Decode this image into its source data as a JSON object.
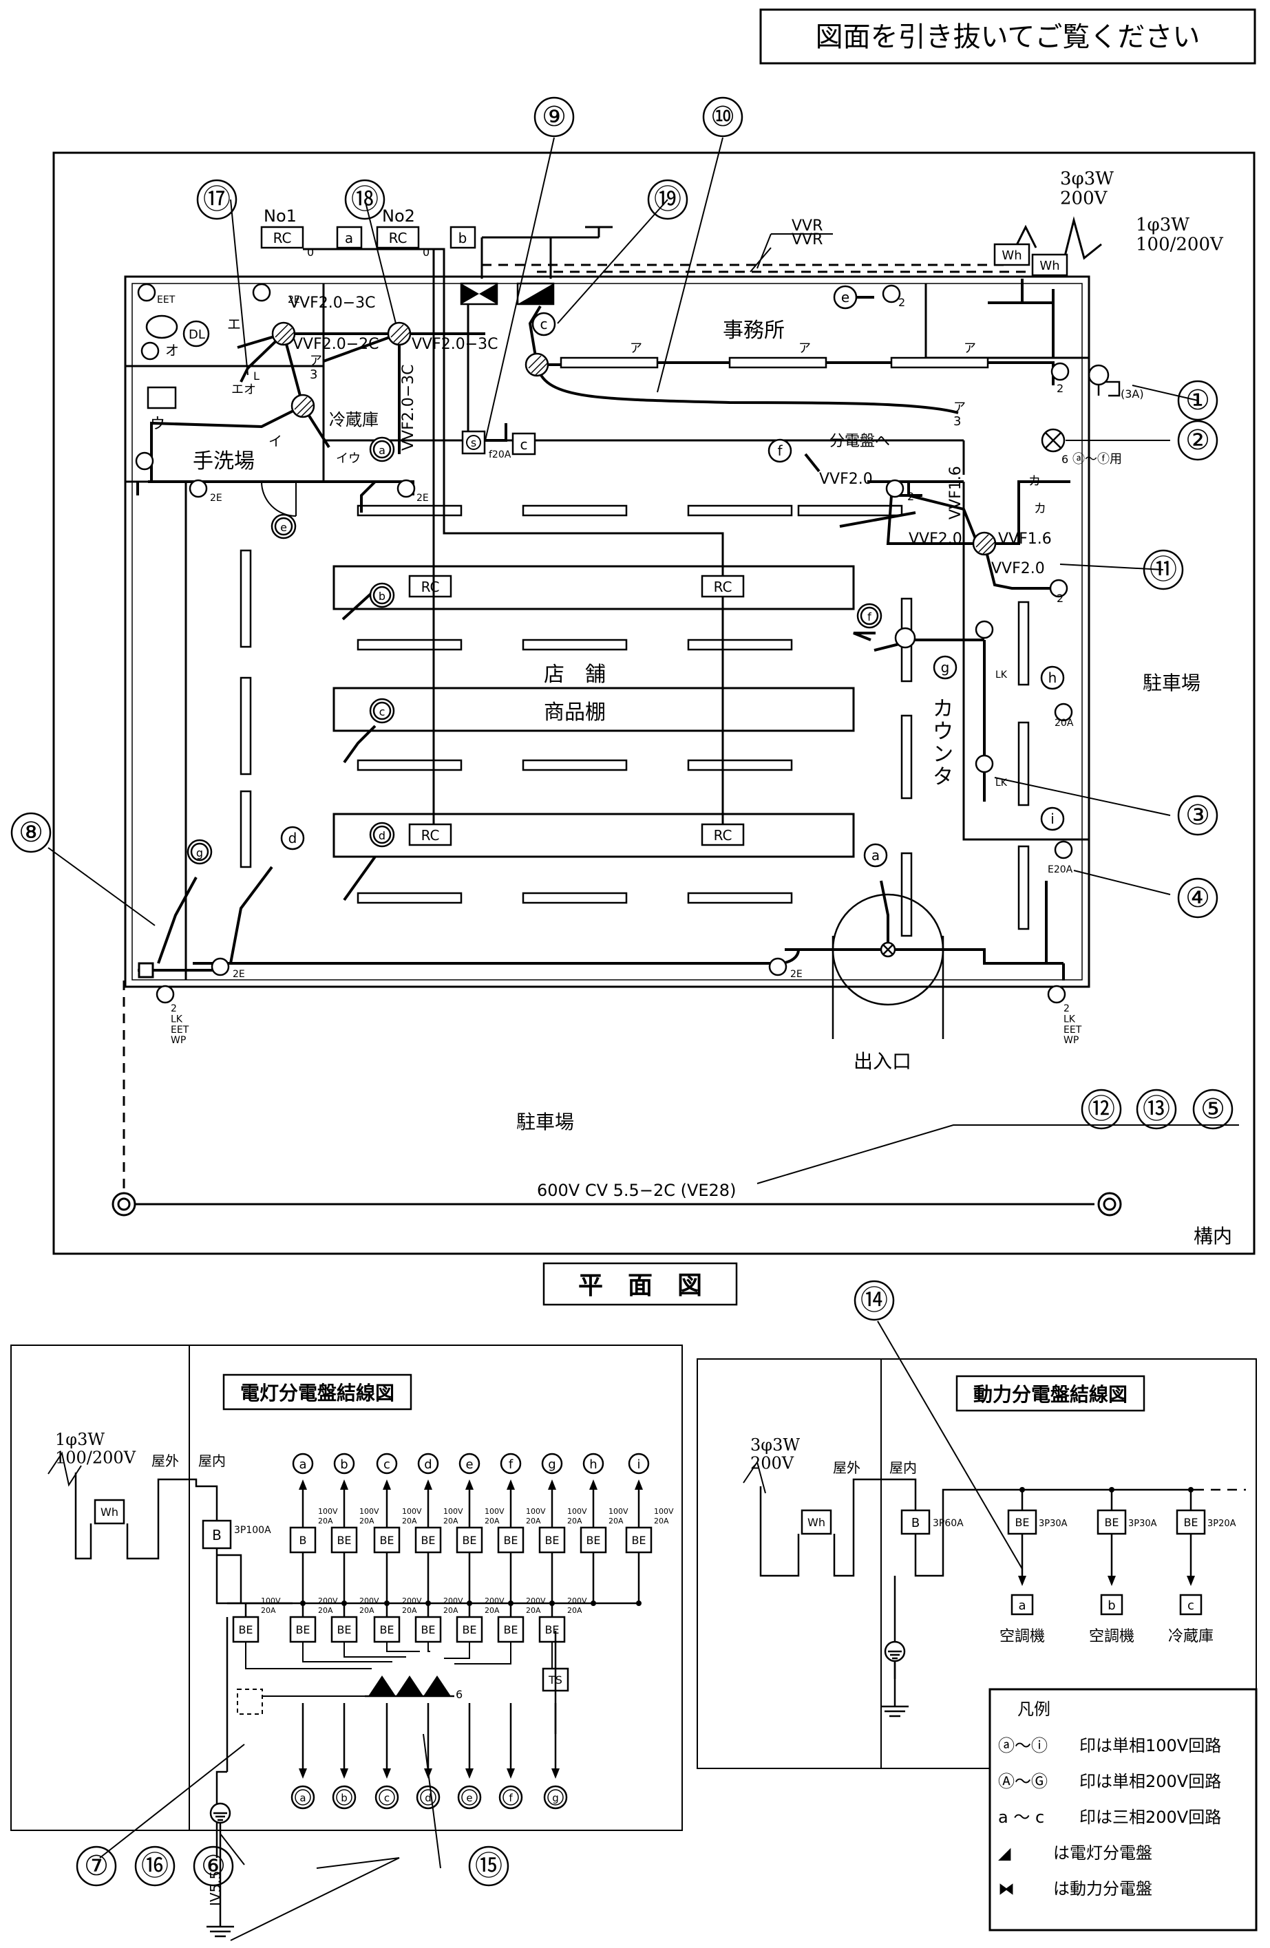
{
  "header_note": "図面を引き抜いてご覧ください",
  "plan": {
    "title": "平　面　図",
    "rooms": {
      "office": "事務所",
      "store": "店　舗",
      "shelf": "商品棚",
      "washroom": "手洗場",
      "fridge_room": "冷蔵庫",
      "counter": "カ\nウ\nン\nタ",
      "parking_right": "駐車場",
      "parking_bottom": "駐車場",
      "entrance": "出入口",
      "premises": "構内"
    },
    "supply_3ph": "3φ3W\n200V",
    "supply_1ph": "1φ3W\n100/200V",
    "cable_vvr1": "VVR",
    "cable_vvr2": "VVR",
    "rc_no1": "No1",
    "rc_no2": "No2",
    "rc_label": "RC",
    "rc_sub": "0",
    "rc_sub_l": "l",
    "wh": "Wh",
    "cables": {
      "vvf_20_3c_a": "VVF2.0−3C",
      "vvf_20_2c": "VVF2.0−2C",
      "vvf_20_3c_b": "VVF2.0−3C",
      "vvf_20_3c_v": "VVF2.0−3C",
      "vvf_20_a": "VVF2.0",
      "vvf_20_b": "VVF2.0",
      "vvf_20_c": "VVF2.0",
      "vvf_16_a": "VVF1.6",
      "vvf_16_b": "VVF1.6",
      "cv": "600V CV 5.5−2C (VE28)"
    },
    "labels": {
      "eet": "EET",
      "e2": "2E",
      "dl": "DL",
      "e": "エ",
      "o": "オ",
      "eo": "エオ",
      "l": "L",
      "a3": "ア\n3",
      "a": "ア",
      "i": "イ",
      "u": "ウ",
      "iu": "イウ",
      "ka": "カ",
      "two": "2",
      "six": "6",
      "lk": "LK",
      "e20a": "E20A",
      "a20": "20A",
      "f20a": "f20A",
      "s": "s",
      "threeA": "(3A)",
      "to_panel": "分電盤へ",
      "afuse": "ⓐ〜ⓕ用",
      "lk_eet_wp": "2\nLK\nEET\nWP"
    },
    "circuit_single100": [
      "a",
      "b",
      "c",
      "d",
      "e",
      "f",
      "g",
      "h",
      "i"
    ],
    "circuit_200": [
      "Ⓐ",
      "Ⓑ",
      "Ⓒ",
      "Ⓓ",
      "Ⓔ",
      "Ⓕ",
      "Ⓖ"
    ],
    "callouts": [
      "①",
      "②",
      "③",
      "④",
      "⑤",
      "⑥",
      "⑦",
      "⑧",
      "⑨",
      "⑩",
      "⑪",
      "⑫",
      "⑬",
      "⑭",
      "⑮",
      "⑯",
      "⑰",
      "⑱",
      "⑲"
    ]
  },
  "lighting_panel": {
    "title": "電灯分電盤結線図",
    "supply": "1φ3W\n100/200V",
    "outdoor": "屋外",
    "indoor": "屋内",
    "wh": "Wh",
    "main_breaker": "B",
    "main_rating": "3P100A",
    "breaker_b": "B",
    "breaker_be": "BE",
    "rating_100": "100V\n20A",
    "rating_200": "200V\n20A",
    "ts": "TS",
    "six": "6",
    "ground": "IV5.5"
  },
  "power_panel": {
    "title": "動力分電盤結線図",
    "supply": "3φ3W\n200V",
    "outdoor": "屋外",
    "indoor": "屋内",
    "wh": "Wh",
    "main_breaker": "B",
    "main_rating": "3P60A",
    "branches": [
      {
        "breaker": "BE",
        "rating": "3P30A",
        "circuit": "a",
        "load": "空調機"
      },
      {
        "breaker": "BE",
        "rating": "3P30A",
        "circuit": "b",
        "load": "空調機"
      },
      {
        "breaker": "BE",
        "rating": "3P20A",
        "circuit": "c",
        "load": "冷蔵庫"
      }
    ]
  },
  "legend": {
    "title": "凡例",
    "rows": [
      {
        "sym": "ⓐ〜ⓘ",
        "text": "印は単相100V回路"
      },
      {
        "sym": "Ⓐ〜Ⓖ",
        "text": "印は単相200V回路"
      },
      {
        "sym": "a 〜 c",
        "text": "印は三相200V回路"
      },
      {
        "sym": "◢",
        "text": "は電灯分電盤"
      },
      {
        "sym": "⧓",
        "text": "は動力分電盤"
      }
    ]
  }
}
